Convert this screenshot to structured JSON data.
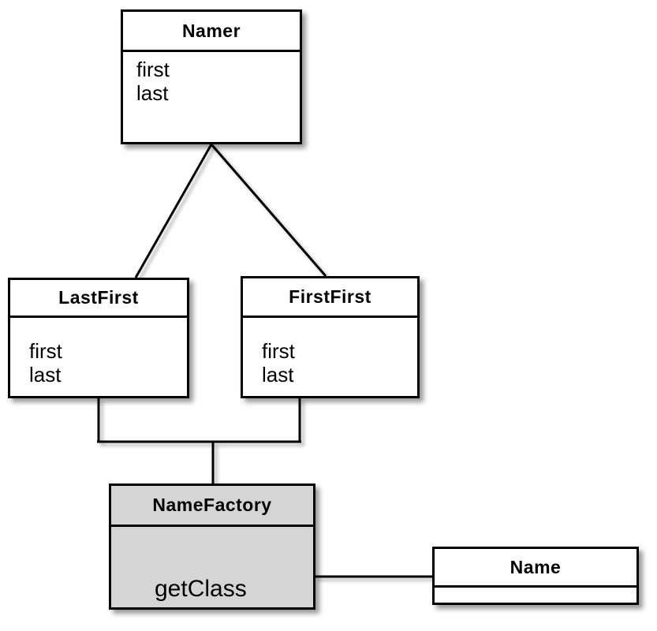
{
  "classes": {
    "namer": {
      "name": "Namer",
      "attributes": [
        "first",
        "last"
      ]
    },
    "lastfirst": {
      "name": "LastFirst",
      "attributes": [
        "first",
        "last"
      ]
    },
    "firstfirst": {
      "name": "FirstFirst",
      "attributes": [
        "first",
        "last"
      ]
    },
    "namefactory": {
      "name": "NameFactory",
      "methods": [
        "getClass"
      ]
    },
    "name": {
      "name": "Name",
      "attributes": []
    }
  },
  "colors": {
    "background": "#ffffff",
    "box_fill": "#ffffff",
    "factory_fill": "#d5d5d5",
    "border": "#000000",
    "text": "#000000"
  },
  "connections": [
    {
      "type": "generalization",
      "from": "LastFirst",
      "to": "Namer"
    },
    {
      "type": "generalization",
      "from": "FirstFirst",
      "to": "Namer"
    },
    {
      "type": "association",
      "from": "LastFirst",
      "to": "NameFactory"
    },
    {
      "type": "association",
      "from": "FirstFirst",
      "to": "NameFactory"
    },
    {
      "type": "association",
      "from": "NameFactory",
      "to": "Name"
    }
  ]
}
